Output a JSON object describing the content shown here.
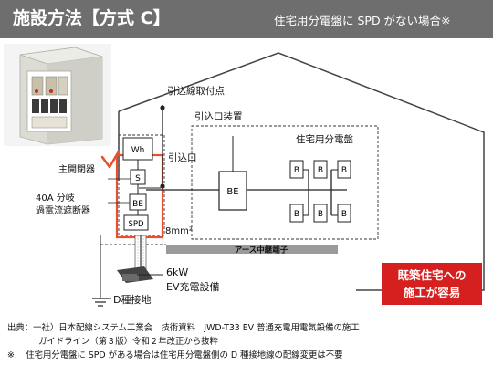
{
  "header": {
    "title": "施設方法【方式 C】",
    "subtitle": "住宅用分電盤に SPD がない場合※"
  },
  "diagram": {
    "label_service_drop_point": "引込線取付点",
    "label_service_entry_device": "引込口装置",
    "label_service_entrance": "引込口",
    "label_main_breaker": "主開閉器",
    "label_branch_breaker_line1": "40A 分岐",
    "label_branch_breaker_line2": "過電流遮断器",
    "label_home_panel": "住宅用分電盤",
    "label_wire_size": "8mm²",
    "label_earth_terminal": "アース中継端子",
    "label_ev_power": "6kW",
    "label_ev_equipment": "EV充電設備",
    "label_ground": "D種接地",
    "box_wh": "Wh",
    "box_s": "S",
    "box_be_small": "BE",
    "box_spd": "SPD",
    "box_be_main": "BE",
    "breaker_label": "B",
    "callout_line1": "既築住宅への",
    "callout_line2": "施工が容易",
    "colors": {
      "header_bg": "#6e6e6e",
      "highlight_red": "#e8502d",
      "callout_red": "#d6201f",
      "earth_bar": "#9a9a9a"
    }
  },
  "footer": {
    "line1": "出典：一社）日本配線システム工業会　技術資料　JWD-T33 EV 普通充電用電気設備の施工",
    "line2": "ガイドライン（第３版）令和２年改正から抜粋",
    "line3": "※.　住宅用分電盤に SPD がある場合は住宅用分電盤側の D 種接地線の配線変更は不要"
  }
}
